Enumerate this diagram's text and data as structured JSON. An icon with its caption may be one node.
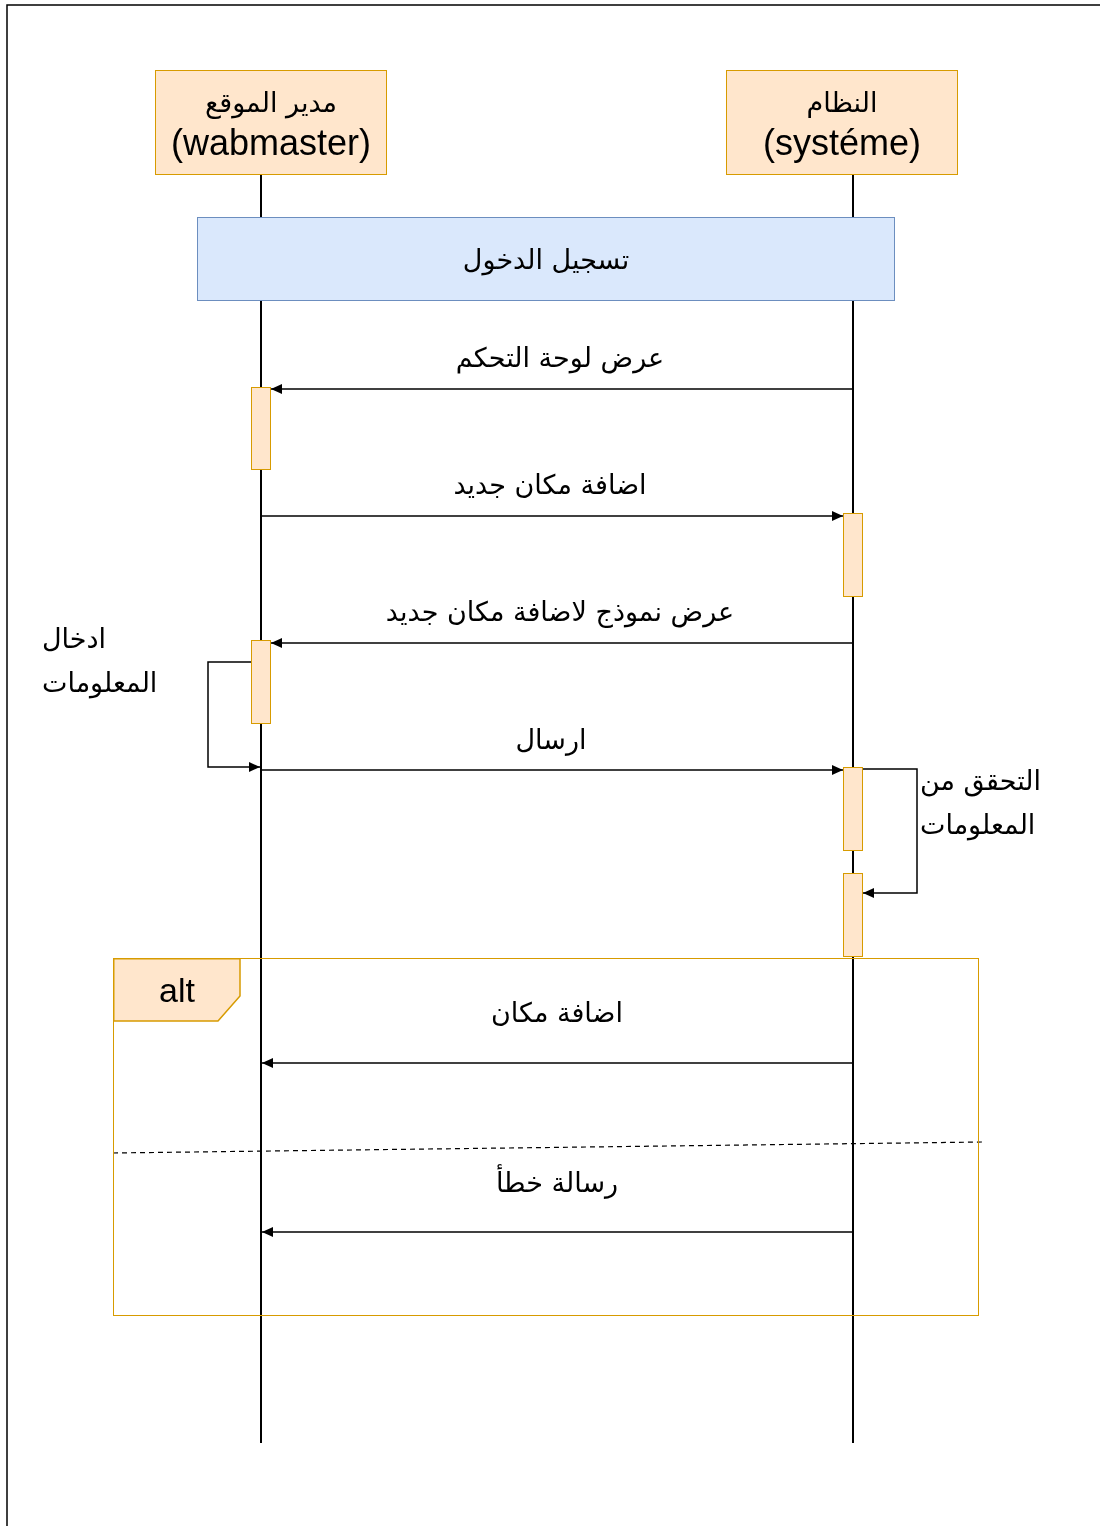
{
  "diagram": {
    "nodes": [
      {
        "text": [
          "مدير الموقع",
          "(wabmaster)"
        ]
      },
      {
        "text": [
          "النظام",
          "(systéme)"
        ]
      },
      {
        "text": [],
        "shape": "line"
      },
      {
        "text": [],
        "shape": "line"
      },
      {
        "text": [
          "تسجيل الدخول"
        ]
      },
      {
        "text": [],
        "shape": "bar"
      },
      {
        "text": [],
        "shape": "bar"
      },
      {
        "text": [],
        "shape": "bar"
      },
      {
        "text": [],
        "shape": "bar"
      },
      {
        "text": [],
        "shape": "bar"
      },
      {
        "text": [
          "alt"
        ]
      }
    ],
    "edges": [
      {
        "from": 3,
        "to": 5,
        "arrow": "to",
        "label": "عرض لوحة التحكم"
      },
      {
        "from": 2,
        "to": 6,
        "arrow": "to",
        "label": "اضافة مكان جديد"
      },
      {
        "from": 3,
        "to": 7,
        "arrow": "to",
        "label": "عرض نموذج لاضافة مكان جديد"
      },
      {
        "from": 2,
        "to": 8,
        "arrow": "to",
        "label": "ارسال"
      },
      {
        "from": 7,
        "to": 2,
        "arrow": "to",
        "label": "ادخال المعلومات"
      },
      {
        "from": 8,
        "to": 9,
        "arrow": "to",
        "label": "التحقق من المعلومات"
      },
      {
        "from": 3,
        "to": 2,
        "arrow": "to",
        "label": "اضافة مكان"
      },
      {
        "from": 3,
        "to": 2,
        "arrow": "to",
        "label": "رسالة خطأ"
      }
    ]
  }
}
